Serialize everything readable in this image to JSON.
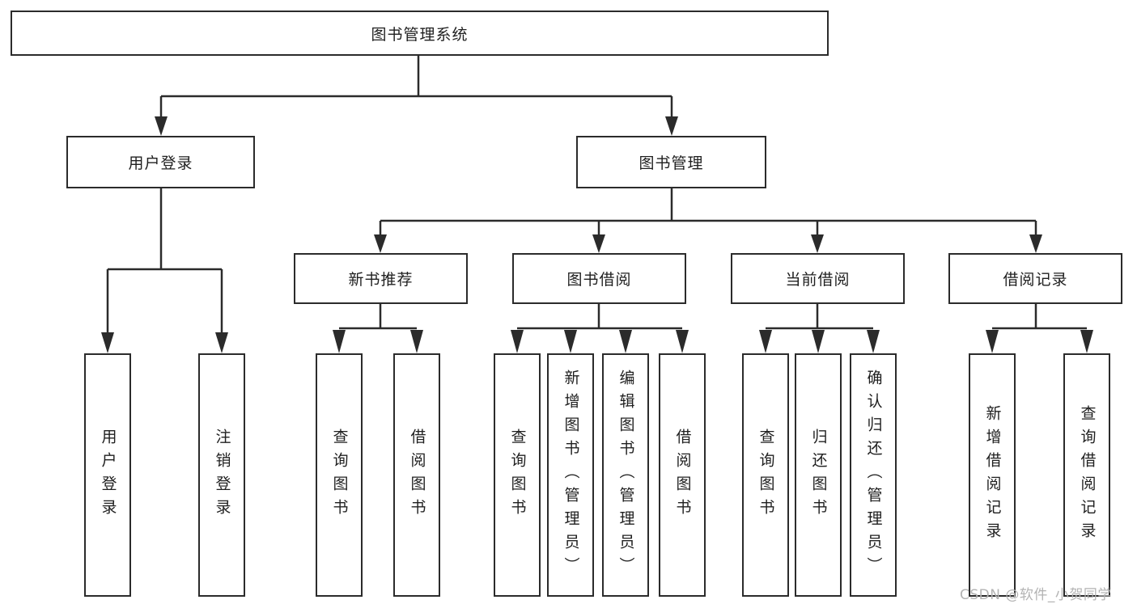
{
  "diagram": {
    "type": "tree",
    "title": "图书管理系统",
    "watermark": "CSDN @软件_小贺同学",
    "colors": {
      "line": "#2b2b2b",
      "box_border": "#2b2b2b",
      "text": "#1f1f1f",
      "background": "#ffffff",
      "watermark": "#b3b3b3"
    },
    "root": {
      "label": "图书管理系统"
    },
    "branches": [
      {
        "label": "用户登录",
        "children": [
          "用户登录",
          "注销登录"
        ]
      },
      {
        "label": "图书管理",
        "children": [
          {
            "label": "新书推荐",
            "children": [
              "查询图书",
              "借阅图书"
            ]
          },
          {
            "label": "图书借阅",
            "children": [
              "查询图书",
              "新增图书（管理员）",
              "编辑图书（管理员）",
              "借阅图书"
            ]
          },
          {
            "label": "当前借阅",
            "children": [
              "查询图书",
              "归还图书",
              "确认归还（管理员）"
            ]
          },
          {
            "label": "借阅记录",
            "children": [
              "新增借阅记录",
              "查询借阅记录"
            ]
          }
        ]
      }
    ]
  }
}
